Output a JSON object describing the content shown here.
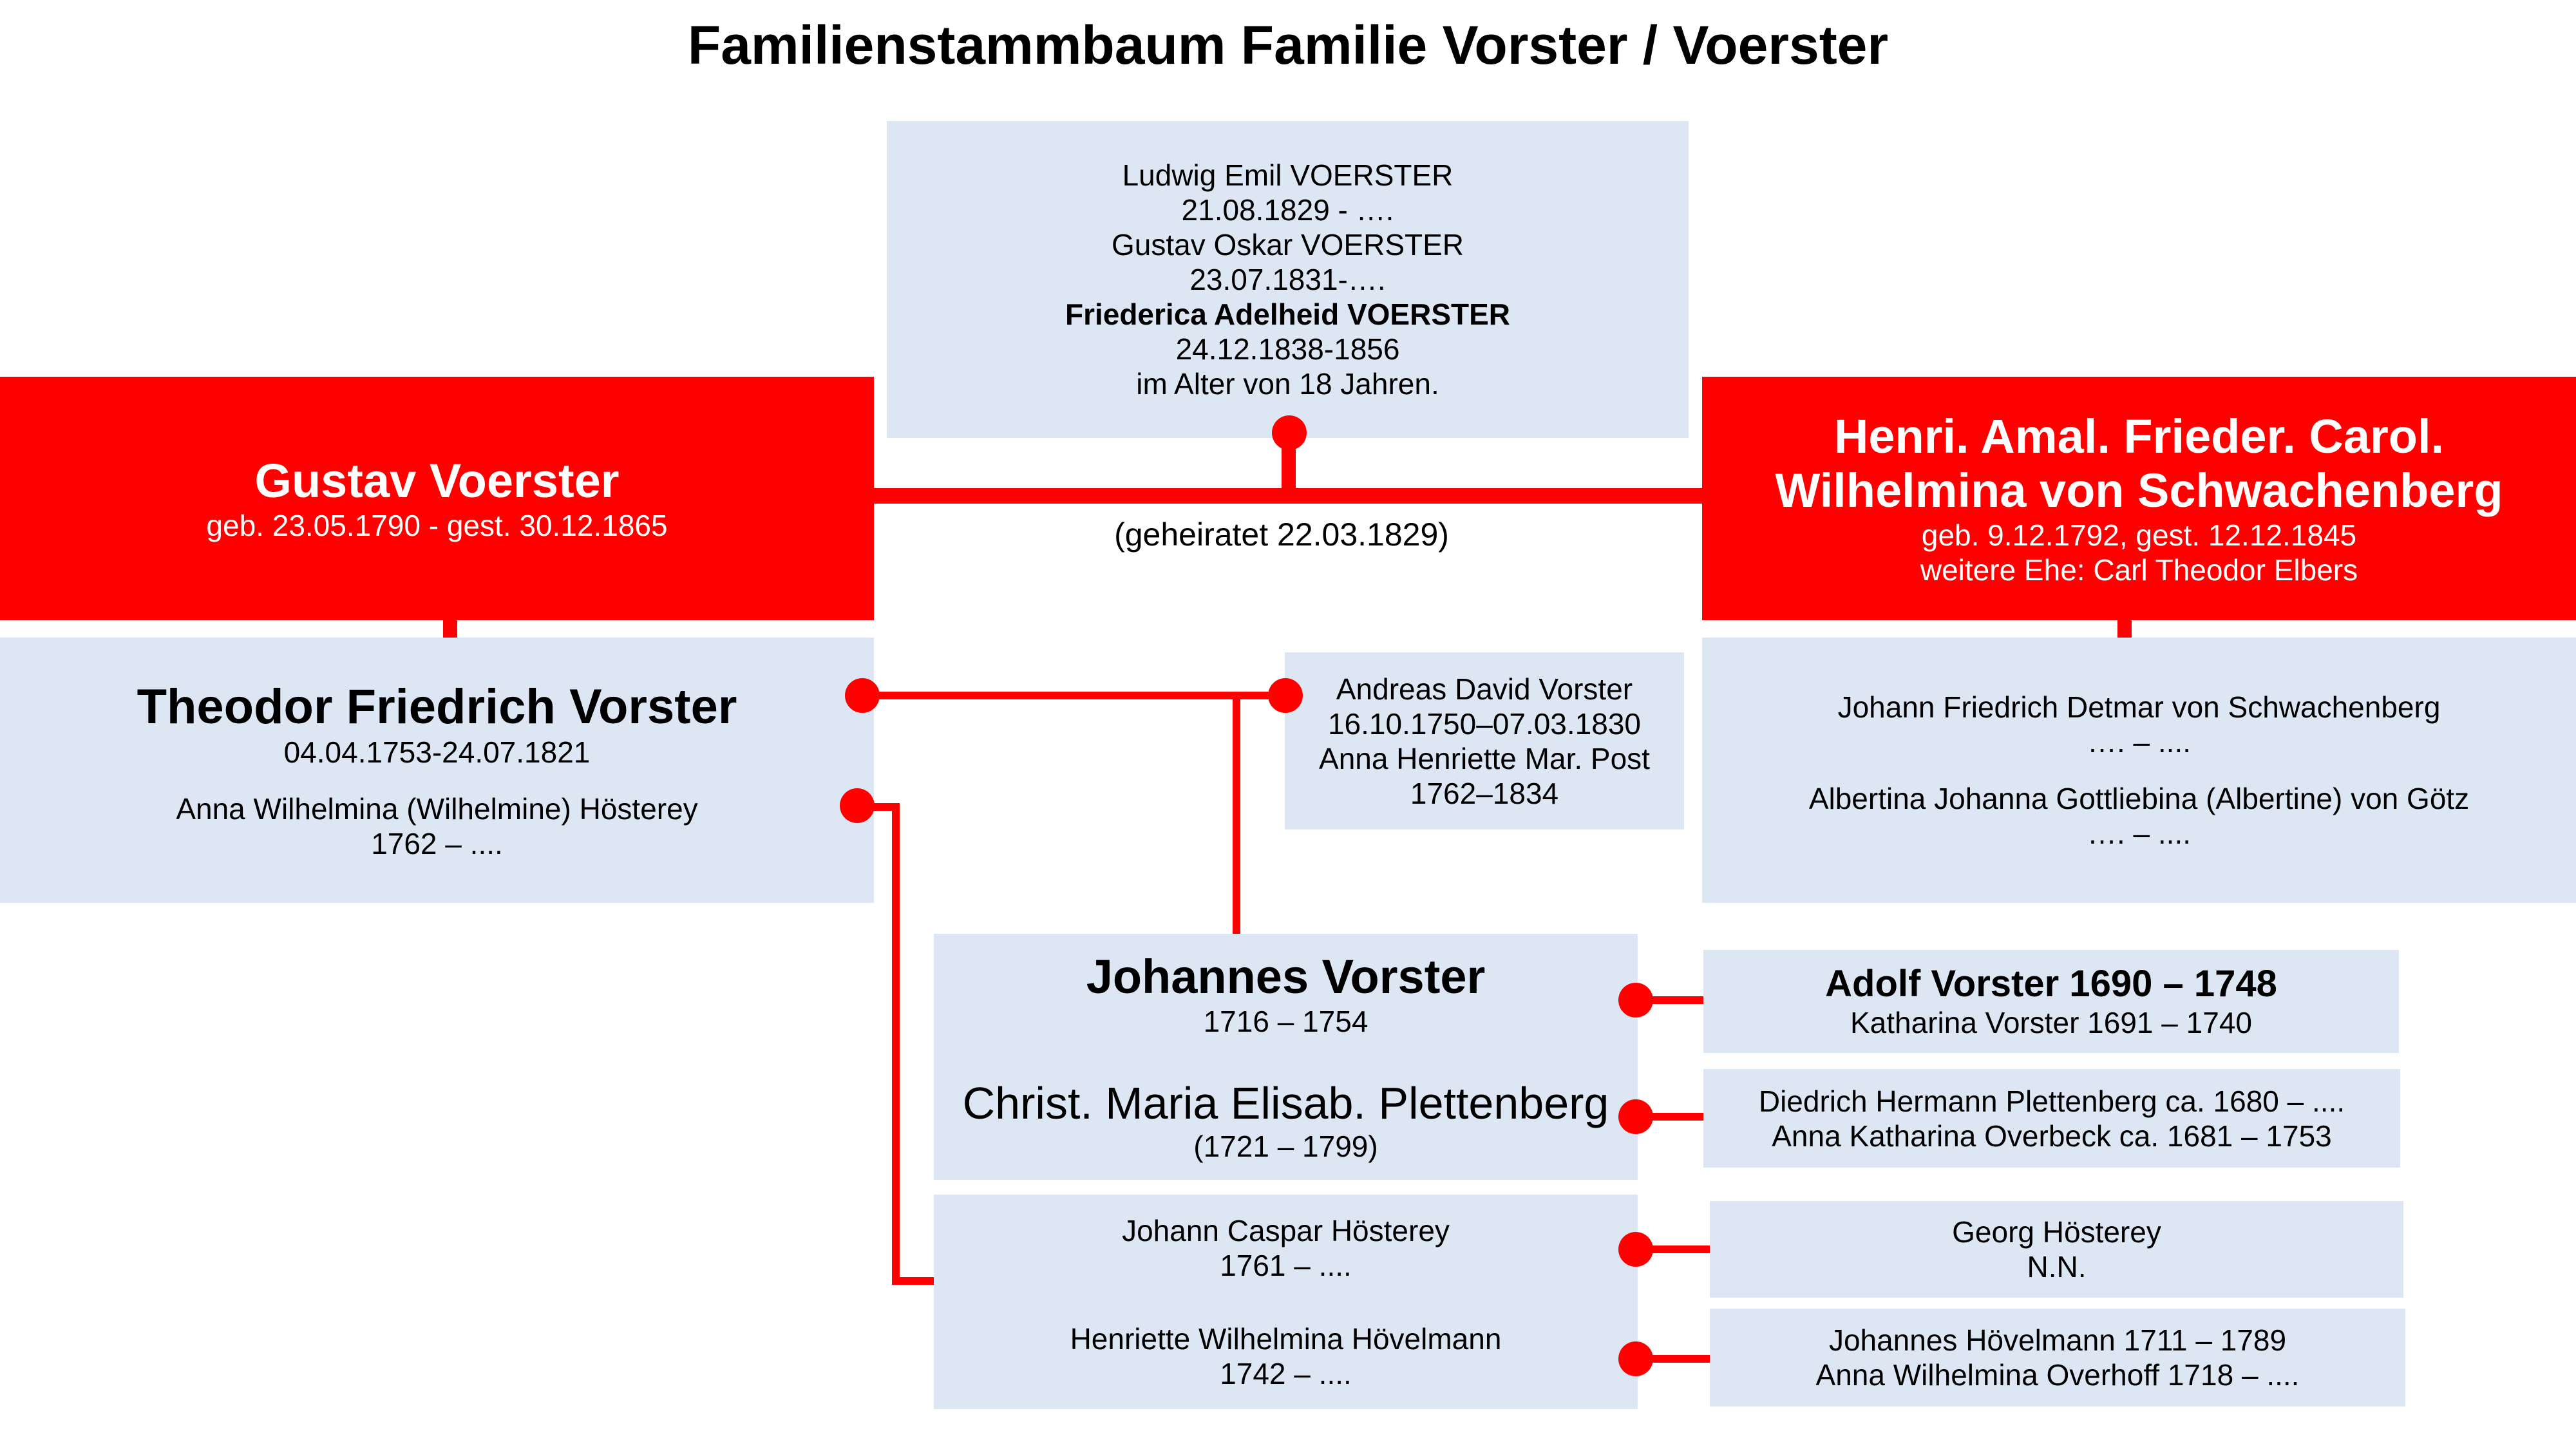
{
  "title": "Familienstammbaum Familie Vorster / Voerster",
  "children": {
    "line1": "Ludwig Emil VOERSTER",
    "line2": "21.08.1829 - ….",
    "line3": "Gustav Oskar VOERSTER",
    "line4": "23.07.1831-….",
    "line5": "Friederica Adelheid VOERSTER",
    "line6": "24.12.1838-1856",
    "line7": "im Alter von 18 Jahren."
  },
  "gustav": {
    "name": "Gustav Voerster",
    "dates": "geb. 23.05.1790 - gest. 30.12.1865"
  },
  "henriette": {
    "name_line1": "Henri. Amal. Frieder. Carol.",
    "name_line2": "Wilhelmina von Schwachenberg",
    "dates": "geb. 9.12.1792, gest. 12.12.1845",
    "note": "weitere Ehe: Carl Theodor Elbers"
  },
  "marriage": "(geheiratet 22.03.1829)",
  "theodor": {
    "name": "Theodor Friedrich Vorster",
    "dates": "04.04.1753-24.07.1821",
    "spouse": "Anna Wilhelmina (Wilhelmine) Hösterey",
    "spouse_dates": "1762 – ...."
  },
  "andreas": {
    "line1": "Andreas David Vorster",
    "line2": "16.10.1750–07.03.1830",
    "line3": "Anna Henriette Mar. Post",
    "line4": "1762–1834"
  },
  "schwachenberg_parents": {
    "father": "Johann Friedrich Detmar von Schwachenberg",
    "father_dates": "…. – ....",
    "mother": "Albertina Johanna Gottliebina (Albertine) von Götz",
    "mother_dates": "…. – ...."
  },
  "johannes": {
    "name": "Johannes Vorster",
    "dates": "1716 – 1754",
    "spouse": "Christ. Maria Elisab. Plettenberg",
    "spouse_dates": "(1721 – 1799)"
  },
  "adolf": {
    "name": "Adolf Vorster 1690 – 1748",
    "spouse": "Katharina Vorster  1691 – 1740"
  },
  "plettenberg": {
    "line1": "Diedrich Hermann Plettenberg ca. 1680 – ....",
    "line2": "Anna Katharina Overbeck ca. 1681 – 1753"
  },
  "hoesterey_parents": {
    "father": "Johann Caspar Hösterey",
    "father_dates": "1761 – ....",
    "mother": "Henriette Wilhelmina Hövelmann",
    "mother_dates": "1742 – ...."
  },
  "georg": {
    "line1": "Georg Hösterey",
    "line2": "N.N."
  },
  "hoevelmann": {
    "line1": "Johannes Hövelmann 1711 – 1789",
    "line2": "Anna Wilhelmina Overhoff  1718 – ...."
  },
  "colors": {
    "accent_red": "#ff0000",
    "box_blue": "#dde7f4"
  }
}
